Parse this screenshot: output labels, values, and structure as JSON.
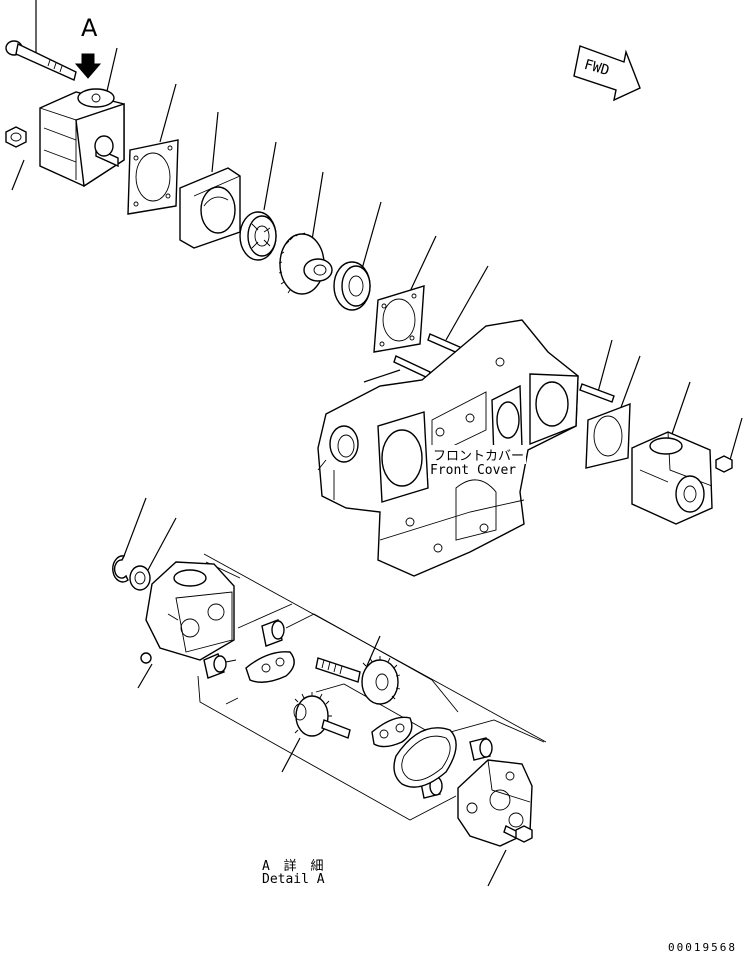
{
  "diagram": {
    "callout_a": "A",
    "direction_badge": "FWD",
    "front_cover_label_jp": "フロントカバー",
    "front_cover_label_en": "Front Cover",
    "detail_label_jp": "A 詳 細",
    "detail_label_en": "Detail A",
    "drawing_number": "00019568"
  }
}
